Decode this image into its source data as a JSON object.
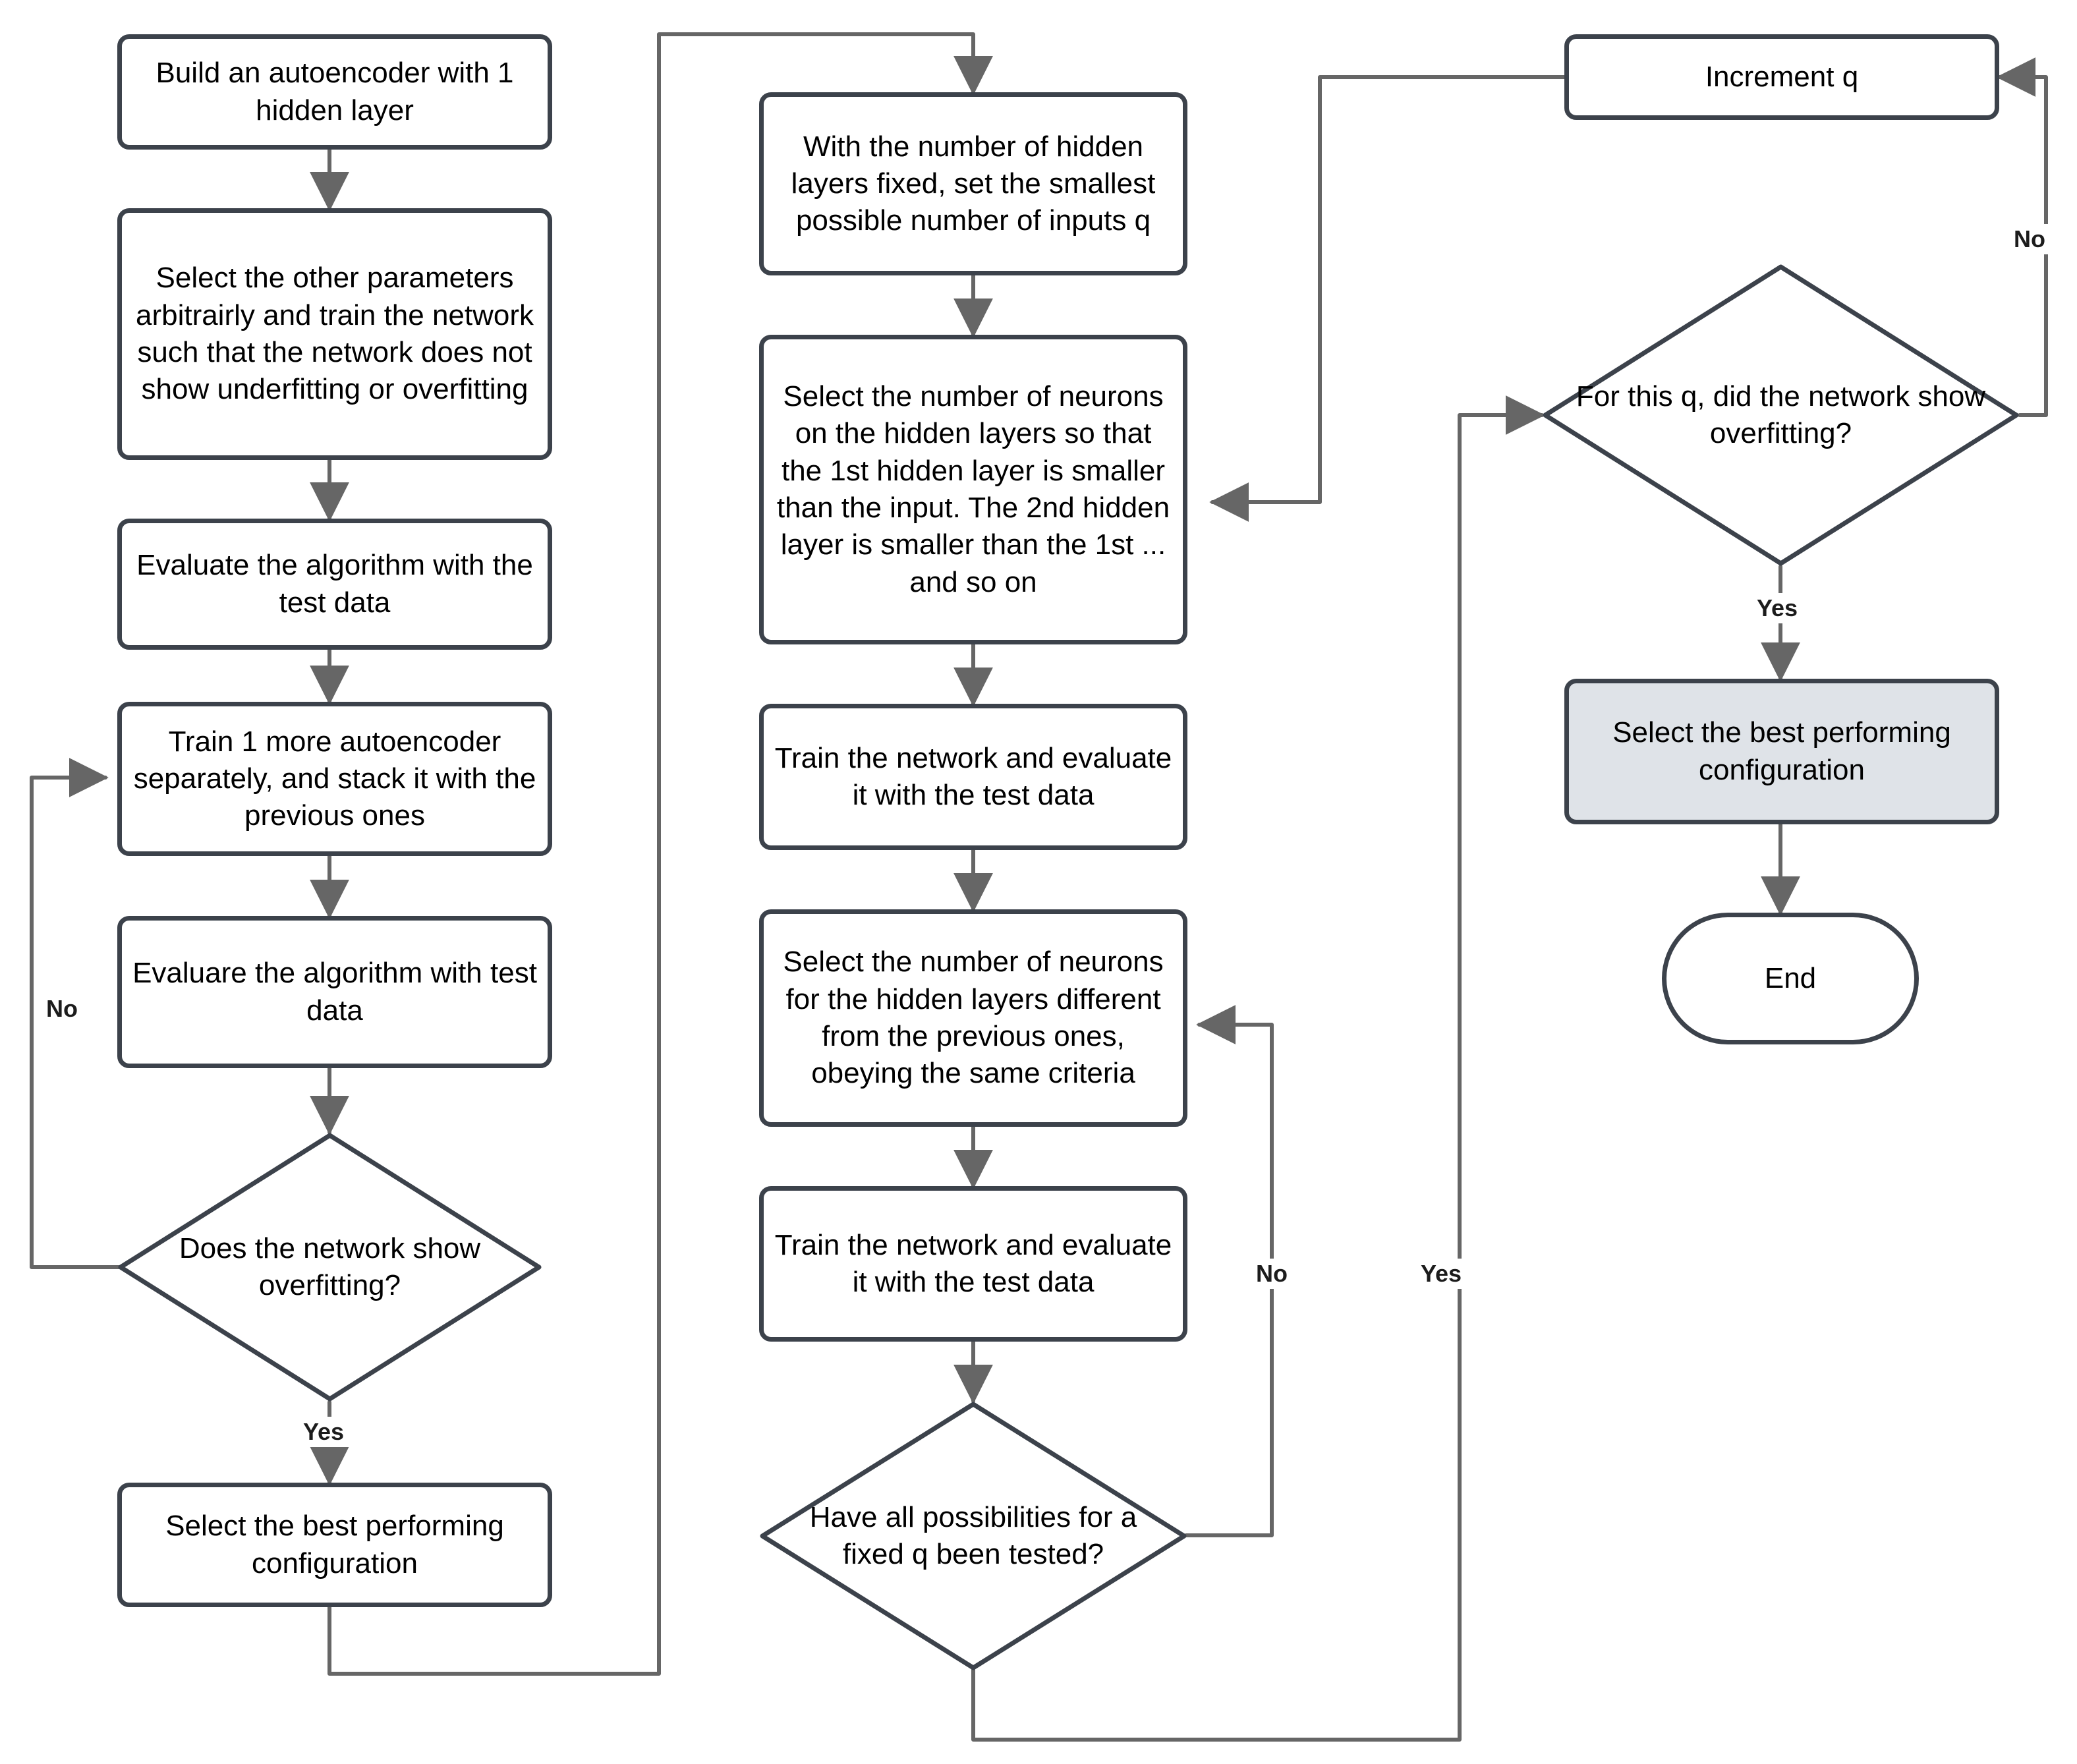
{
  "diagram": {
    "title": "Autoencoder architecture selection flowchart",
    "colors": {
      "node_border": "#3c424b",
      "node_fill": "#ffffff",
      "highlight_fill": "#dfe3e8",
      "connector": "#666666",
      "text": "#000000"
    }
  },
  "nodes": {
    "build_autoencoder": "Build an autoencoder with 1 hidden layer",
    "select_other_parameters": "Select the other parameters arbitrairly and train the network such that the network does not show underfitting or overfitting",
    "evaluate_algorithm_test": "Evaluate the algorithm with the test data",
    "train_one_more": "Train 1 more autoencoder separately, and stack it with the previous ones",
    "evaluare_algorithm_test": "Evaluare the algorithm with test data",
    "decision_overfitting": "Does the network show overfitting?",
    "select_best_left": "Select the best performing configuration",
    "set_smallest_q": "With the number of hidden layers fixed, set the smallest possible number of inputs q",
    "select_neurons_first": "Select the number of neurons on the hidden layers so that the 1st hidden layer is smaller than the input. The 2nd hidden layer is smaller than the 1st ... and so on",
    "train_evaluate_1": "Train the network and evaluate it with the test data",
    "select_neurons_different": "Select the number of neurons for the hidden layers different from the previous ones, obeying the same criteria",
    "train_evaluate_2": "Train the network and evaluate it with the test data",
    "decision_all_possibilities": "Have all possibilities for a fixed q been tested?",
    "increment_q": "Increment q",
    "decision_q_overfitting": "For this q, did the network show overfitting?",
    "select_best_right": "Select the best performing configuration",
    "end": "End"
  },
  "edge_labels": {
    "left_no": "No",
    "left_yes": "Yes",
    "mid_no": "No",
    "mid_yes": "Yes",
    "right_no": "No",
    "right_yes": "Yes"
  }
}
